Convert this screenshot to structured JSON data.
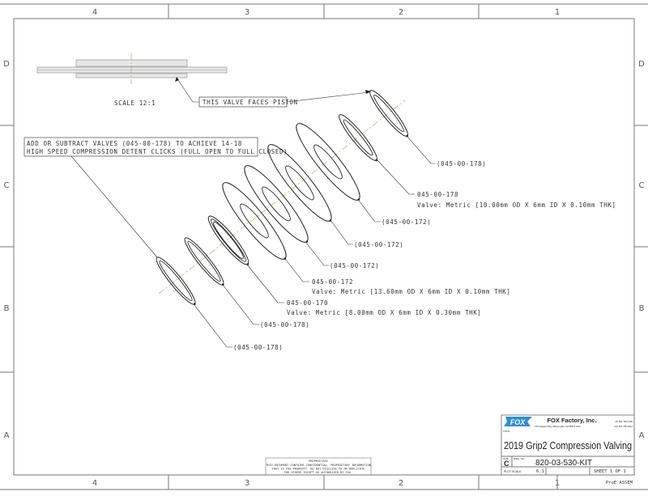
{
  "border": {
    "columns": [
      "4",
      "3",
      "2",
      "1"
    ],
    "rows": [
      "D",
      "C",
      "B",
      "A"
    ]
  },
  "scale_view": {
    "label": "SCALE  12:1"
  },
  "notes": {
    "piston": "THIS VALVE FACES PISTON",
    "add_line1": "ADD OR SUBTRACT VALVES (045-00-178) TO ACHIEVE 14-18",
    "add_line2": "HIGH SPEED COMPRESSION DETENT CLICKS (FULL OPEN TO FULL CLOSED)"
  },
  "callouts": [
    {
      "part": "(045-00-178)"
    },
    {
      "part": "045-00-178",
      "desc": "Valve: Metric [10.00mm OD X 6mm ID X 0.10mm THK]"
    },
    {
      "part": "(045-00-172)"
    },
    {
      "part": "(045-00-172)"
    },
    {
      "part": "(045-00-172)"
    },
    {
      "part": "045-00-172",
      "desc": "Valve: Metric [13.60mm OD X 6mm ID X 0.10mm THK]"
    },
    {
      "part": "045-00-170",
      "desc": "Valve: Metric [8.00mm OD X 6mm ID X 0.30mm THK]"
    },
    {
      "part": "(045-00-178)"
    },
    {
      "part": "(045-00-178)"
    }
  ],
  "proprietary": {
    "heading": "PROPRIETARY",
    "line1": "THIS DOCUMENT CONTAINS CONFIDENTIAL, PROPRIETARY INFORMATION",
    "line2": "THAT IS FOX PROPERTY.  DO NOT DISCLOSE TO OR DUPLICATE",
    "line3": "FOR OTHERS EXCEPT AS AUTHORIZED BY FOX."
  },
  "title_block": {
    "logo_text": "FOX",
    "company": "FOX Factory, Inc.",
    "address": "130 Hangar Way, Watsonville, CA 95076 USA",
    "phone": "Ph 831-768-1100",
    "fax": "Fax 831-768-9312",
    "title_label": "TITLE",
    "title": "2019 Grip2 Compression Valving",
    "size_label": "SIZE",
    "size": "C",
    "dwg_label": "DWG. NO.",
    "dwg_no": "820-03-530-KIT",
    "plot_scale_label": "PLOT SCALE",
    "plot_scale": "6:1",
    "sheet": "SHEET 1 OF 1",
    "footer": "ProE ASSEM"
  },
  "colors": {
    "logo": "#2a8fd6",
    "centerline": "#b9a36a",
    "line": "#222222"
  }
}
